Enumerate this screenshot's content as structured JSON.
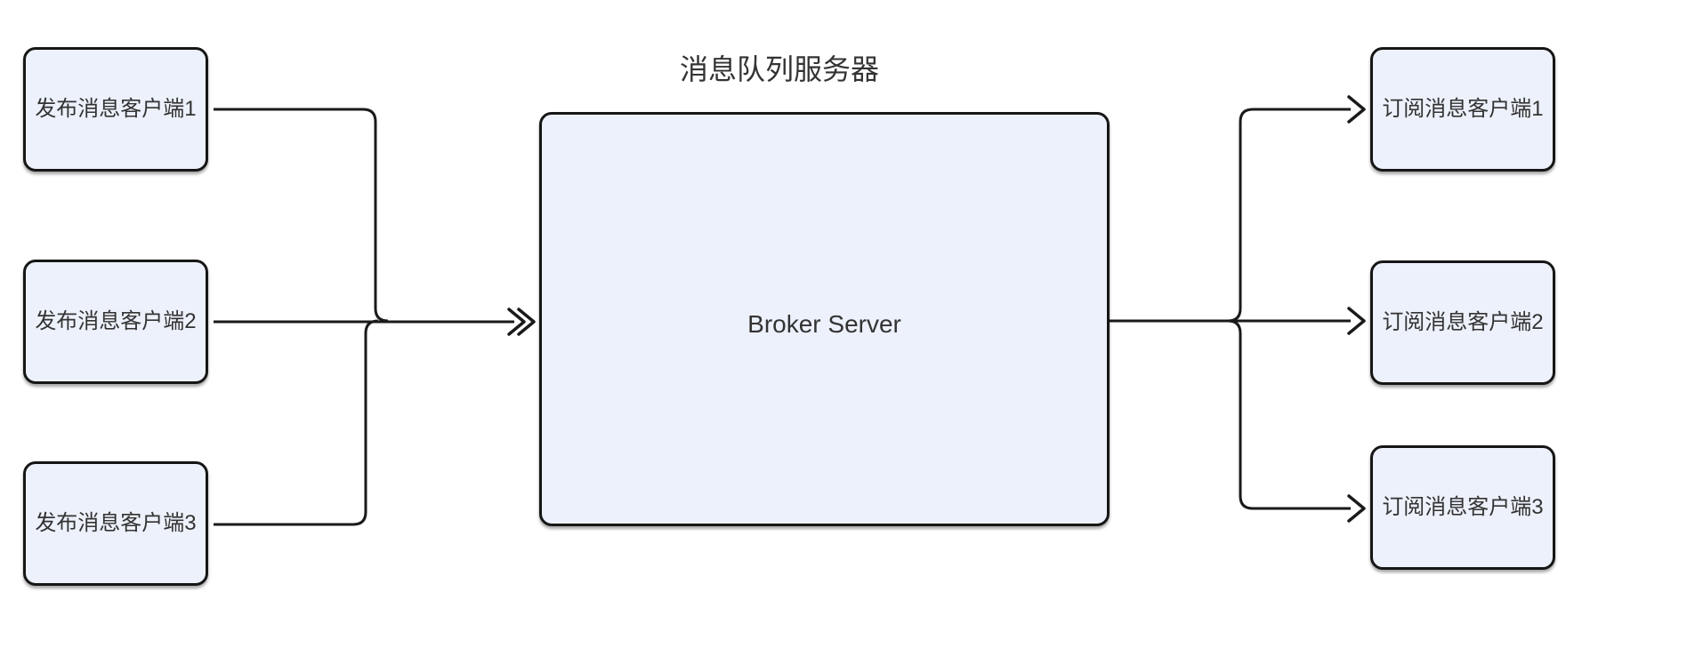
{
  "diagram": {
    "title": "消息队列服务器",
    "broker": {
      "label": "Broker Server"
    },
    "publishers": [
      {
        "label": "发布消息客户端1"
      },
      {
        "label": "发布消息客户端2"
      },
      {
        "label": "发布消息客户端3"
      }
    ],
    "subscribers": [
      {
        "label": "订阅消息客户端1"
      },
      {
        "label": "订阅消息客户端2"
      },
      {
        "label": "订阅消息客户端3"
      }
    ],
    "colors": {
      "node_fill": "#edf1fb",
      "node_border": "#161616",
      "edge": "#1a1a1a",
      "text": "#333333",
      "background": "#ffffff"
    }
  }
}
